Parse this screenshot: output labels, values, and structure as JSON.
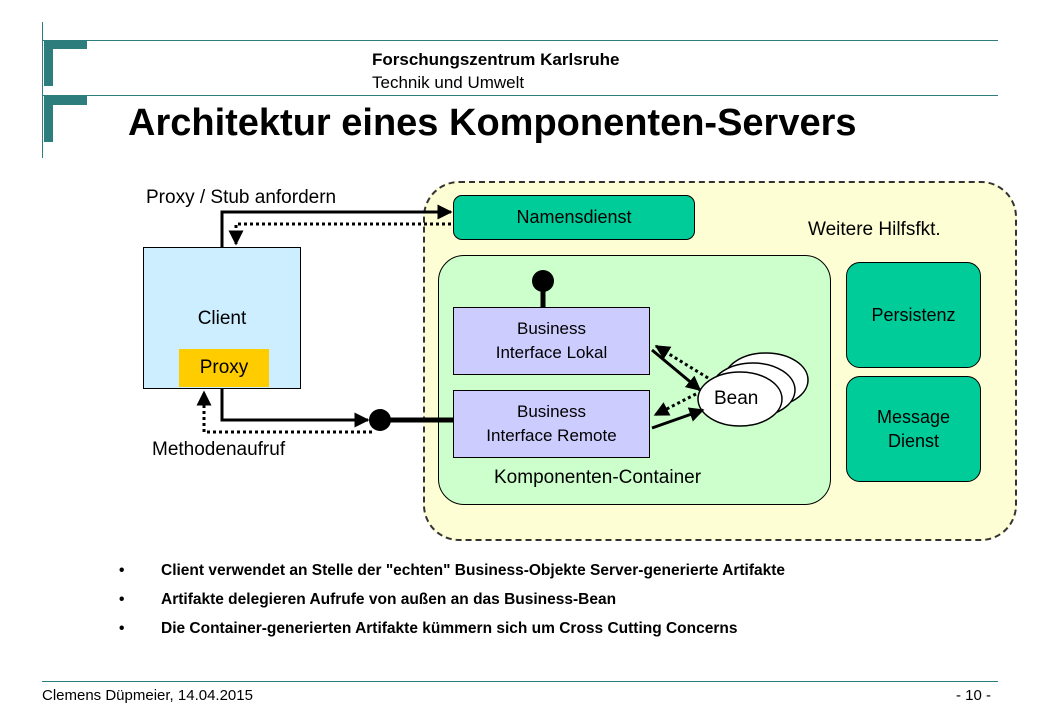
{
  "header": {
    "org_name": "Forschungszentrum Karlsruhe",
    "org_sub": "Technik und Umwelt"
  },
  "slide": {
    "title": "Architektur eines Komponenten-Servers"
  },
  "diagram": {
    "proxy_stub_label": "Proxy / Stub anfordern",
    "method_call_label": "Methodenaufruf",
    "naming_service": "Namensdienst",
    "further_functions": "Weitere Hilfsfkt.",
    "client": "Client",
    "proxy": "Proxy",
    "bi_local_line1": "Business",
    "bi_local_line2": "Interface Lokal",
    "bi_remote_line1": "Business",
    "bi_remote_line2": "Interface Remote",
    "bean": "Bean",
    "container": "Komponenten-Container",
    "persistence": "Persistenz",
    "message_line1": "Message",
    "message_line2": "Dienst",
    "colors": {
      "teal_lines": "#2d7d7d",
      "service_green": "#00cc99",
      "container_green": "#ccffcc",
      "outer_yellow": "#fefed5",
      "interface_lilac": "#ccccff",
      "client_blue": "#cceeff",
      "proxy_orange": "#ffcc00"
    }
  },
  "bullets": [
    {
      "symbol": "•",
      "text": "Client verwendet an Stelle der \"echten\" Business-Objekte Server-generierte Artifakte"
    },
    {
      "symbol": "•",
      "text": "Artifakte delegieren Aufrufe von außen an das Business-Bean"
    },
    {
      "symbol": "•",
      "text": "Die Container-generierten Artifakte kümmern sich um Cross Cutting Concerns"
    }
  ],
  "footer": {
    "author_date": "Clemens Düpmeier, 14.04.2015",
    "page": "- 10 -"
  }
}
